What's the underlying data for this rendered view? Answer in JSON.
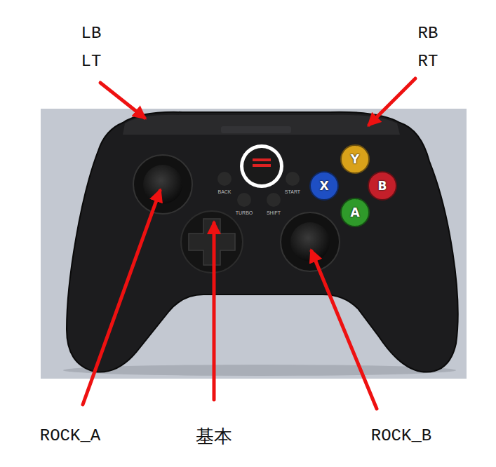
{
  "diagram": {
    "labels": [
      "LB",
      "LT",
      "RB",
      "RT",
      "Y",
      "X",
      "B",
      "A",
      "BACK",
      "START",
      "TURBO",
      "SHIFT",
      "ROCK_A",
      "基本",
      "ROCK_B"
    ]
  }
}
